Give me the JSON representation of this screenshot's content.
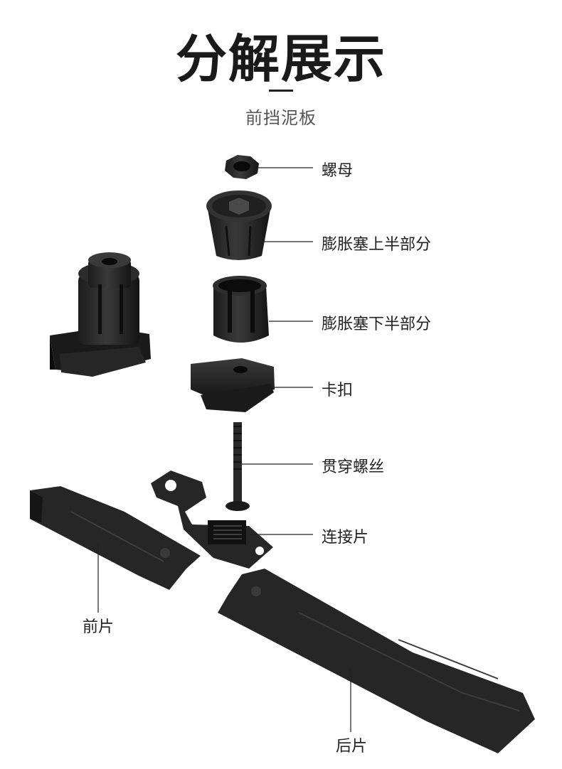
{
  "header": {
    "title": "分解展示",
    "subtitle": "前挡泥板"
  },
  "labels": {
    "nut": "螺母",
    "expansion_upper": "膨胀塞上半部分",
    "expansion_lower": "膨胀塞下半部分",
    "clip": "卡扣",
    "through_screw": "贯穿螺丝",
    "connector": "连接片",
    "front_piece": "前片",
    "rear_piece": "后片"
  }
}
